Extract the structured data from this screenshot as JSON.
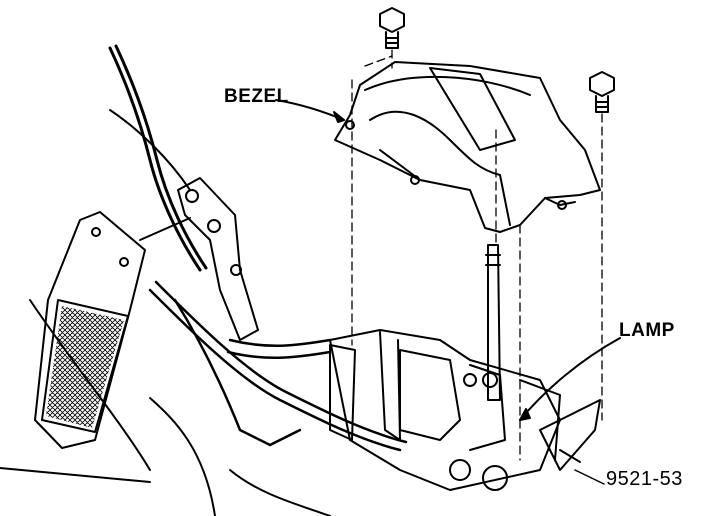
{
  "labels": {
    "bezel": "BEZEL",
    "lamp": "LAMP",
    "figure_number": "9521-53"
  },
  "colors": {
    "ink": "#000000",
    "paper": "#ffffff"
  }
}
